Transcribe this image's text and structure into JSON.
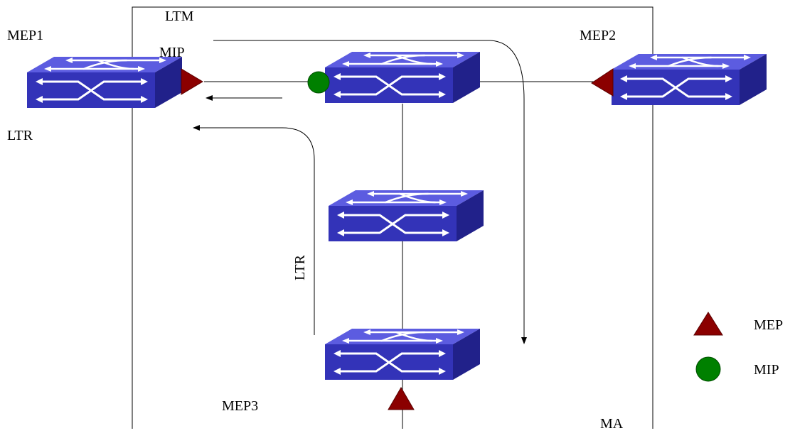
{
  "labels": {
    "ltm": "LTM",
    "mep1": "MEP1",
    "mip": "MIP",
    "mep2": "MEP2",
    "ltr_left": "LTR",
    "ltr_vertical": "LTR",
    "mep3": "MEP3",
    "ma": "MA"
  },
  "legend": {
    "mep": "MEP",
    "mip": "MIP"
  },
  "colors": {
    "switch_front": "#3333b8",
    "switch_top": "#5c5ce0",
    "switch_side": "#21218a",
    "switch_arrow": "#ffffff",
    "mep_marker": "#8b0000",
    "mip_marker": "#008000",
    "line": "#000000"
  },
  "icons": {
    "switch": "network-switch-icon",
    "mep": "red-triangle-icon",
    "mip": "green-circle-icon"
  }
}
